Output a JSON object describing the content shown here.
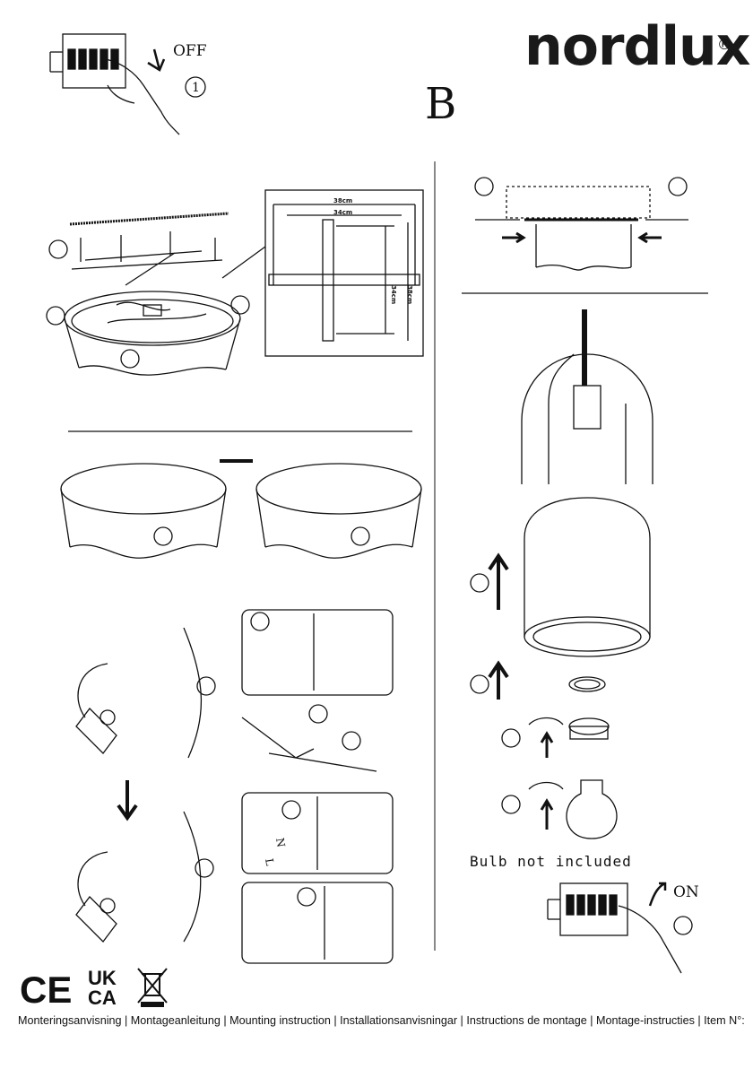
{
  "brand": {
    "name": "nordlux",
    "registered": "®"
  },
  "section": "B",
  "labels": {
    "off": "OFF",
    "on": "ON",
    "step_one": "1",
    "bulb_note": "Bulb not included"
  },
  "dimensions": {
    "w1": "38cm",
    "w2": "34cm",
    "h1": "34cm",
    "h2": "38cm"
  },
  "wiring_letters": {
    "n": "N",
    "l": "L"
  },
  "certifications": {
    "ce": "CE",
    "ukca_top": "UK",
    "ukca_bottom": "CA",
    "weee_icon": "crossed-bin-icon"
  },
  "footer": "Monteringsanvisning | Montageanleitung | Mounting instruction | Installationsanvisningar | Instructions de montage | Montage-instructies | Item N°:"
}
